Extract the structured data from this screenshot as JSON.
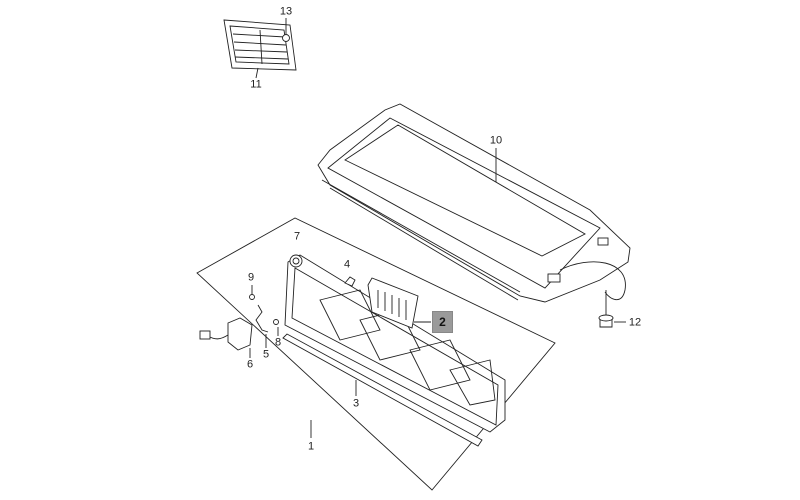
{
  "diagram": {
    "callouts": {
      "c1": "1",
      "c2": "2",
      "c3": "3",
      "c4": "4",
      "c5": "5",
      "c6": "6",
      "c7": "7",
      "c8": "8",
      "c9": "9",
      "c10": "10",
      "c11": "11",
      "c12": "12",
      "c13": "13"
    },
    "highlighted_part": "2",
    "highlight_color": "#9a9a9a"
  }
}
